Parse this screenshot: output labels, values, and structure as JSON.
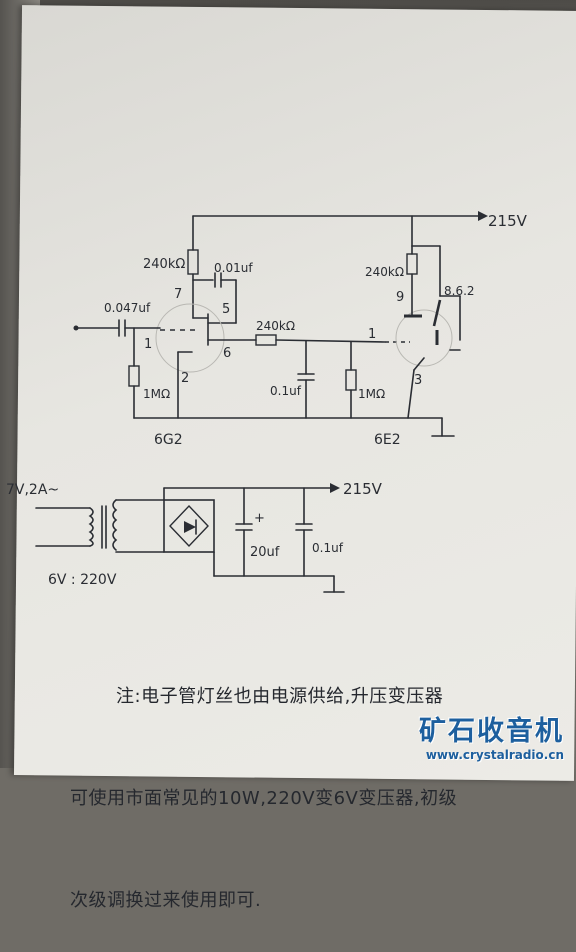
{
  "schematic": {
    "supply_top": "215V",
    "supply_bottom": "215V",
    "tube1_name": "6G2",
    "tube2_name": "6E2",
    "r1": "240kΩ",
    "c_coupling": "0.01uf",
    "c_input": "0.047uf",
    "r_grid1": "1MΩ",
    "r_interstage": "240kΩ",
    "c_filter": "0.1uf",
    "r_grid2": "1MΩ",
    "r_plate2": "240kΩ",
    "pins_tube2": "8.6.2",
    "pin_7": "7",
    "pin_5": "5",
    "pin_1a": "1",
    "pin_6": "6",
    "pin_2": "2",
    "pin_1b": "1",
    "pin_9": "9",
    "pin_3": "3",
    "xfmr_primary": "7V,2A~",
    "xfmr_ratio": "6V : 220V",
    "cap_elec": "20uf",
    "cap_psu": "0.1uf",
    "plus_sign": "+"
  },
  "note": {
    "line1": "注:电子管灯丝也由电源供给,升压变压器",
    "line2": "可使用市面常见的10W,220V变6V变压器,初级",
    "line3": "次级调换过来使用即可."
  },
  "watermark": {
    "title": "矿石收音机",
    "url": "www.crystalradio.cn"
  }
}
